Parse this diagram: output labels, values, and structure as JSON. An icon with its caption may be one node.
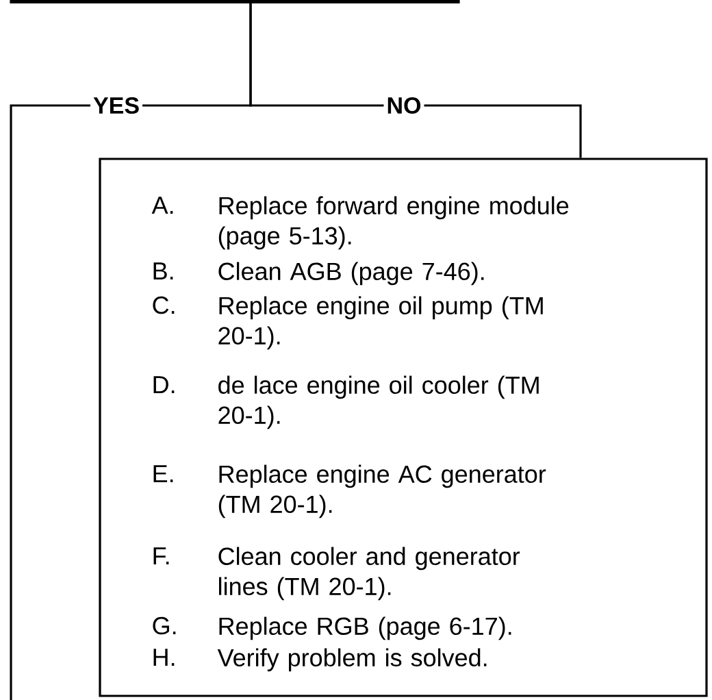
{
  "diagram": {
    "nodes": [
      {
        "text": [],
        "shape": "bar"
      },
      {
        "text": [
          "A.",
          "Replace forward engine module (page 5-13).",
          "B.",
          "Clean AGB (page 7-46).",
          "C.",
          "Replace engine oil pump (TM 20-1).",
          "D.",
          "de lace engine oil cooler (TM 20-1).",
          "E.",
          "Replace engine AC generator (TM 20-1).",
          "F.",
          "Clean cooler and generator lines (TM 20-1).",
          "G.",
          "Replace RGB (page 6-17).",
          "H.",
          "Verify problem is solved."
        ]
      }
    ],
    "edges": [
      {
        "from": 0,
        "to": null,
        "arrow": "none",
        "label": "YES"
      },
      {
        "from": 0,
        "to": 1,
        "arrow": "none",
        "label": "NO"
      }
    ]
  }
}
